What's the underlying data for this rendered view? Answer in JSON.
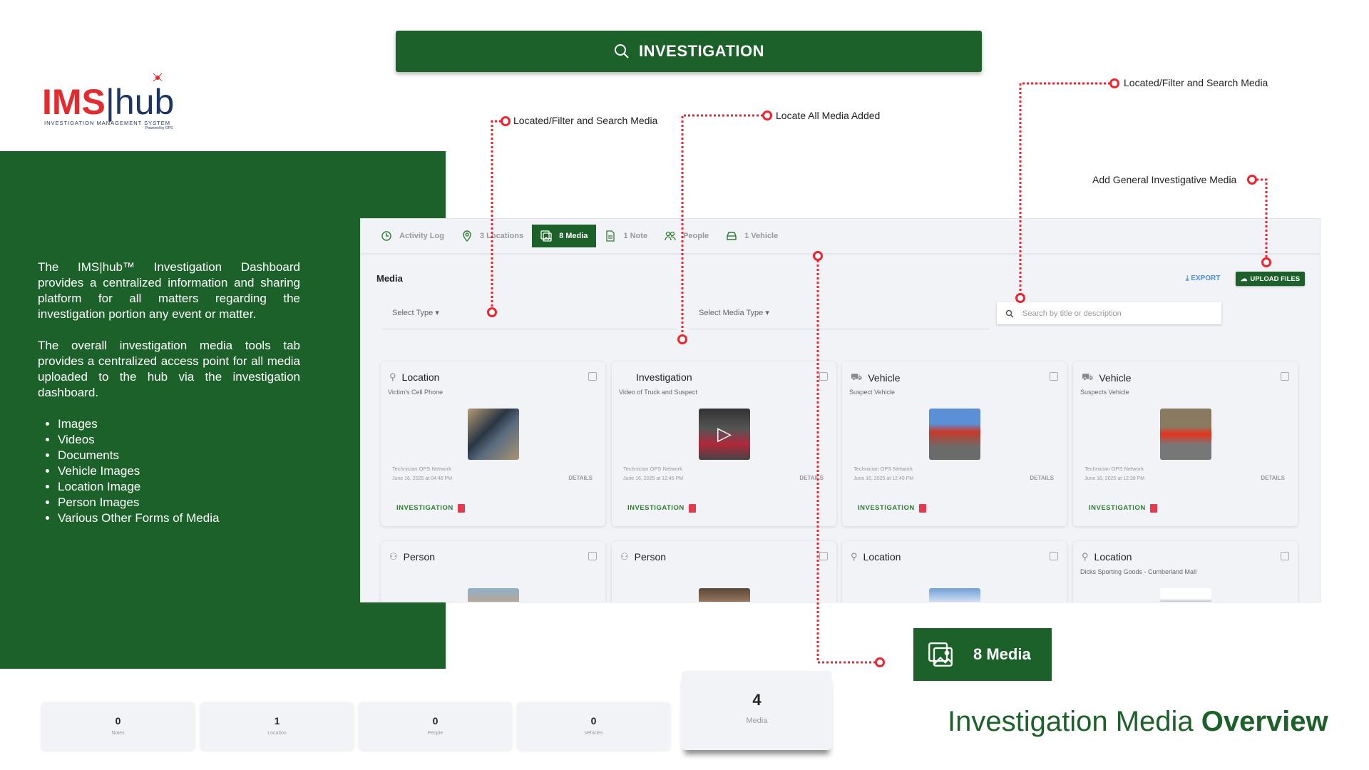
{
  "banner": {
    "title": "INVESTIGATION"
  },
  "logo": {
    "ims": "IMS",
    "hub": "hub",
    "subtitle": "INVESTIGATION MANAGEMENT SYSTEM",
    "powered": "Powered by OPS"
  },
  "description": {
    "p1": "The IMS|hub™ Investigation Dashboard provides a centralized information and sharing platform for all matters regarding the investigation portion any event or matter.",
    "p2": "The overall investigation media tools tab provides a centralized access point for all media uploaded to the hub via the investigation dashboard.",
    "items": [
      "Images",
      "Videos",
      "Documents",
      "Vehicle Images",
      "Location Image",
      "Person Images",
      "Various Other Forms of Media"
    ]
  },
  "tabs": [
    {
      "label": "Activity Log"
    },
    {
      "label": "3 Locations"
    },
    {
      "label": "8 Media"
    },
    {
      "label": "1 Note"
    },
    {
      "label": "People"
    },
    {
      "label": "1 Vehicle"
    }
  ],
  "media": {
    "heading": "Media",
    "select_type": "Select Type ▾",
    "select_media_type": "Select Media Type ▾",
    "export": "EXPORT",
    "upload": "UPLOAD FILES",
    "search_placeholder": "Search by title or description"
  },
  "cards": [
    {
      "type": "Location",
      "subtitle": "Victim's Cell Phone",
      "by": "Technician OPS Network",
      "date": "June 16, 2025 at 04:46 PM",
      "details": "DETAILS",
      "tag": "INVESTIGATION"
    },
    {
      "type": "Investigation",
      "subtitle": "Video of Truck and Suspect",
      "by": "Technician OPS Network",
      "date": "June 16, 2025 at 12:45 PM",
      "details": "DETAILS",
      "tag": "INVESTIGATION"
    },
    {
      "type": "Vehicle",
      "subtitle": "Suspect Vehicle",
      "by": "Technician OPS Network",
      "date": "June 16, 2025 at 12:40 PM",
      "details": "DETAILS",
      "tag": "INVESTIGATION"
    },
    {
      "type": "Vehicle",
      "subtitle": "Suspects Vehicle",
      "by": "Technician OPS Network",
      "date": "June 16, 2025 at 12:39 PM",
      "details": "DETAILS",
      "tag": "INVESTIGATION"
    },
    {
      "type": "Person",
      "subtitle": ""
    },
    {
      "type": "Person",
      "subtitle": ""
    },
    {
      "type": "Location",
      "subtitle": ""
    },
    {
      "type": "Location",
      "subtitle": "Dicks Sporting Goods - Cumberland Mall"
    }
  ],
  "callouts": {
    "c1": "Located/Filter and Search Media",
    "c2": "Locate All Media Added",
    "c3": "Located/Filter and Search Media",
    "c4": "Add General Investigative Media"
  },
  "badge": {
    "label": "8 Media"
  },
  "overview": {
    "light": "Investigation Media ",
    "bold": "Overview"
  },
  "stats": [
    {
      "n": "0",
      "l": "Notes"
    },
    {
      "n": "1",
      "l": "Location"
    },
    {
      "n": "0",
      "l": "People"
    },
    {
      "n": "0",
      "l": "Vehicles"
    },
    {
      "n": "4",
      "l": "Media"
    }
  ],
  "colors": {
    "green": "#1b6129",
    "red": "#f5222d"
  }
}
